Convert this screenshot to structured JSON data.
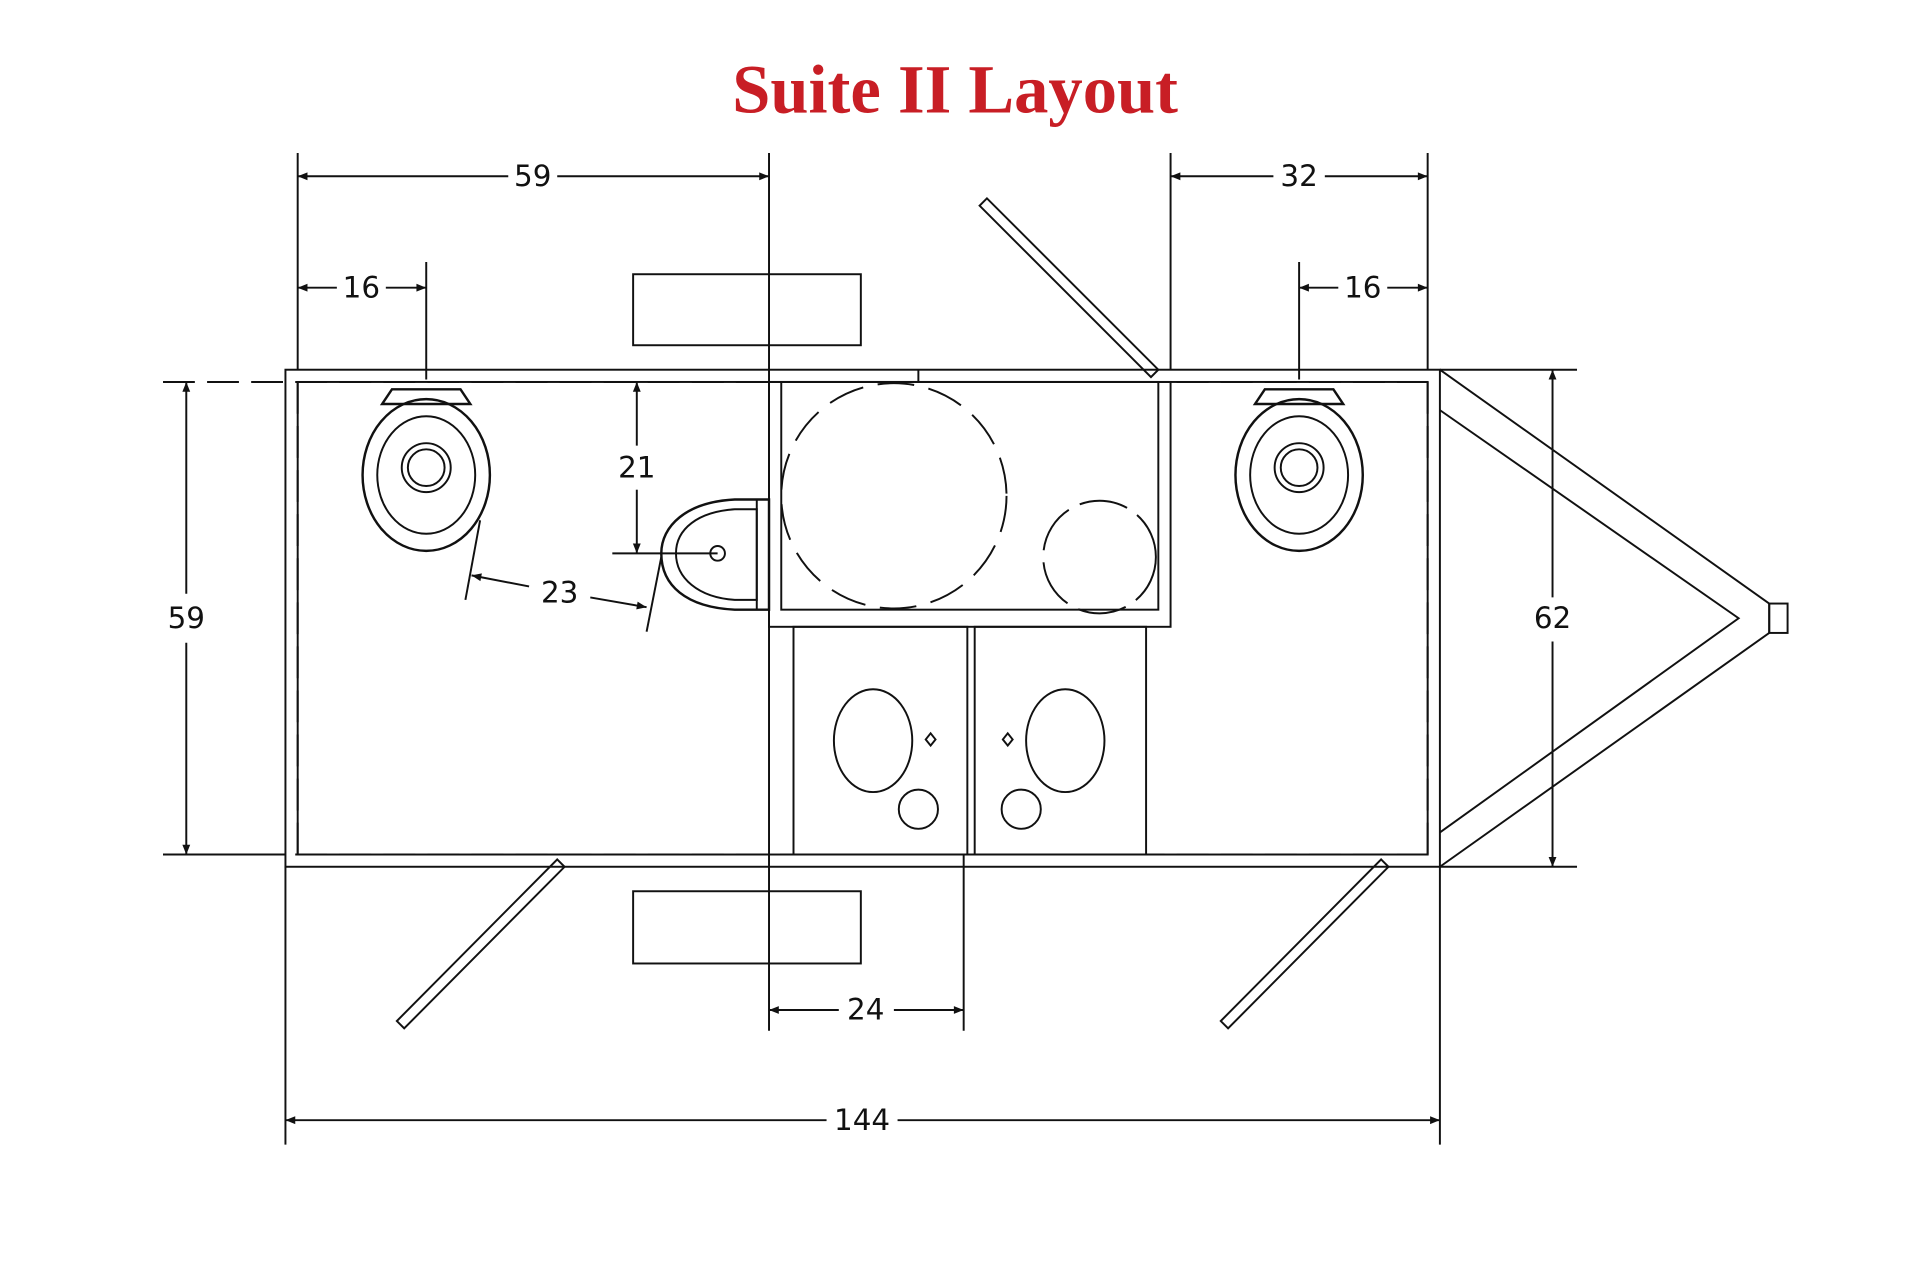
{
  "title": {
    "text": "Suite II Layout",
    "color": "#c81e25"
  },
  "dimensions": {
    "top_left_width": "59",
    "top_right_width": "32",
    "left_fixture_offset": "16",
    "right_fixture_offset": "16",
    "left_height": "59",
    "right_height": "62",
    "urinal_depth": "21",
    "toilet_urinal_spacing": "23",
    "sink_width": "24",
    "overall_length": "144"
  }
}
